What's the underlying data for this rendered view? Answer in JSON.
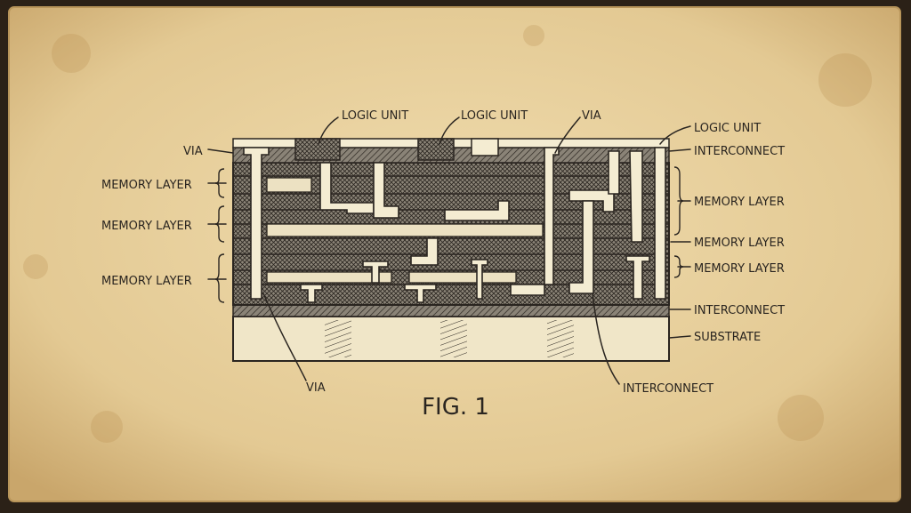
{
  "figure": {
    "caption": "FIG. 1",
    "labels": {
      "logic_unit_1": "LOGIC UNIT",
      "logic_unit_2": "LOGIC UNIT",
      "logic_unit_3": "LOGIC UNIT",
      "via_top_left": "VIA",
      "via_top_mid": "VIA",
      "via_bottom": "VIA",
      "memory_layer_left_1": "MEMORY LAYER",
      "memory_layer_left_2": "MEMORY LAYER",
      "memory_layer_left_3": "MEMORY LAYER",
      "memory_layer_right_1": "MEMORY LAYER",
      "memory_layer_right_2": "MEMORY LAYER",
      "memory_layer_right_3": "MEMORY LAYER",
      "interconnect_top": "INTERCONNECT",
      "interconnect_mid": "INTERCONNECT",
      "interconnect_bottom": "INTERCONNECT",
      "substrate": "SUBSTRATE"
    }
  },
  "colors": {
    "paper": "#e6cf9e",
    "paper_edge": "#c9a66b",
    "ink": "#2a2520",
    "cream": "#f4ecd2"
  }
}
